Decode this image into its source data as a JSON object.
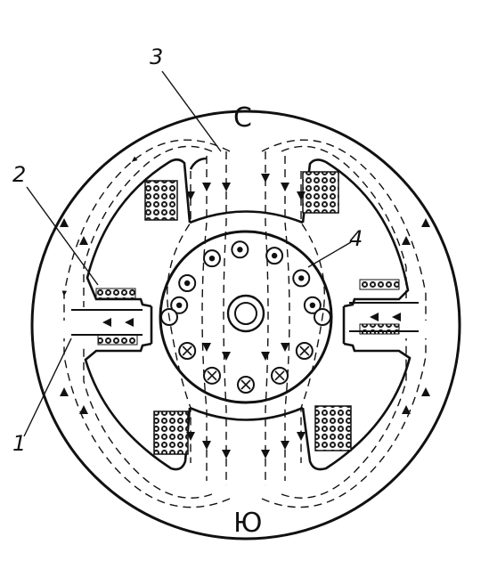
{
  "diagram": {
    "labels": {
      "north_pole": "С",
      "south_pole": "Ю",
      "callout_1": "1",
      "callout_2": "2",
      "callout_3": "3",
      "callout_4": "4"
    },
    "rotor_conductors": {
      "out_of_page_count": 7,
      "into_page_count": 5,
      "neutral_count": 2
    },
    "colors": {
      "ink": "#111111",
      "background": "#ffffff"
    }
  }
}
